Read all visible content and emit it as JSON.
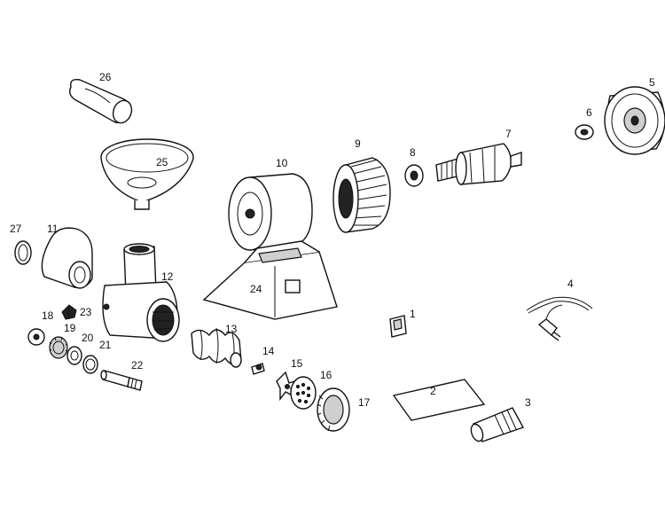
{
  "parts": [
    {
      "id": "part-1",
      "label": "1"
    },
    {
      "id": "part-2",
      "label": "2"
    },
    {
      "id": "part-3",
      "label": "3"
    },
    {
      "id": "part-4",
      "label": "4"
    },
    {
      "id": "part-5",
      "label": "5"
    },
    {
      "id": "part-6",
      "label": "6"
    },
    {
      "id": "part-7",
      "label": "7"
    },
    {
      "id": "part-8",
      "label": "8"
    },
    {
      "id": "part-9",
      "label": "9"
    },
    {
      "id": "part-10",
      "label": "10"
    },
    {
      "id": "part-11",
      "label": "11"
    },
    {
      "id": "part-12",
      "label": "12"
    },
    {
      "id": "part-13",
      "label": "13"
    },
    {
      "id": "part-14",
      "label": "14"
    },
    {
      "id": "part-15",
      "label": "15"
    },
    {
      "id": "part-16",
      "label": "16"
    },
    {
      "id": "part-17",
      "label": "17"
    },
    {
      "id": "part-18",
      "label": "18"
    },
    {
      "id": "part-19",
      "label": "19"
    },
    {
      "id": "part-20",
      "label": "20"
    },
    {
      "id": "part-21",
      "label": "21"
    },
    {
      "id": "part-22",
      "label": "22"
    },
    {
      "id": "part-23",
      "label": "23"
    },
    {
      "id": "part-24",
      "label": "24"
    },
    {
      "id": "part-25",
      "label": "25"
    },
    {
      "id": "part-26",
      "label": "26"
    },
    {
      "id": "part-27",
      "label": "27"
    }
  ]
}
